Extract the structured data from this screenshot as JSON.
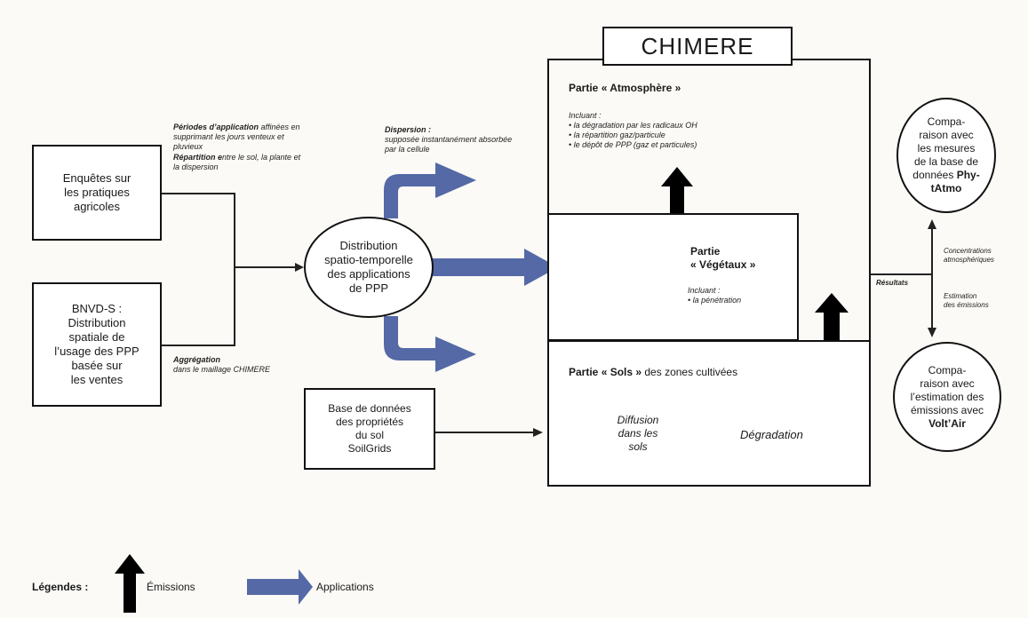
{
  "title": "CHIMERE",
  "inputs": {
    "enquetes": "Enquêtes sur\nles pratiques\nagricoles",
    "bnvd": "BNVD-S :\nDistribution\nspatiale de\nl’usage des PPP\nbasée sur\nles ventes",
    "soil_db": "Base de données\ndes propriétés\ndu sol\nSoilGrids"
  },
  "notes": {
    "periodes_bold": "Périodes d’application",
    "periodes_rest": " affinées en supprimant les jours venteux et pluvieux",
    "repartition_bold": "Répartition e",
    "repartition_rest": "ntre le sol, la plante et la dispersion",
    "aggregation_bold": "Aggrégation",
    "aggregation_rest": "dans le maillage CHIMERE",
    "dispersion_bold": "Dispersion :",
    "dispersion_rest": "supposée instantanément absorbée par la cellule"
  },
  "distribution": "Distribution\nspatio-temporelle\ndes applications\nde PPP",
  "atmosphere": {
    "title_prefix": "Partie ",
    "title_bold": "« Atmosphère »",
    "including": "Incluant :",
    "items": [
      "• la dégradation par les radicaux OH",
      "• la répartition gaz/particule",
      "• le dépôt de PPP (gaz et particules)"
    ]
  },
  "vegetaux": {
    "title_line1": "Partie",
    "title_line2": "« Végétaux »",
    "including": "Incluant :",
    "item": "• la pénétration"
  },
  "sols": {
    "title_prefix": "Partie ",
    "title_bold": "« Sols »",
    "title_suffix": " des zones cultivées",
    "diffusion": "Diffusion\ndans les\nsols",
    "degradation": "Dégradation"
  },
  "results": {
    "label": "Résultats",
    "concentrations": "Concentrations\natmosphériques",
    "estimation": "Estimation\ndes émissions"
  },
  "circle_top": {
    "text": "Compa-\nraison avec\nles mesures\nde la base de\ndonnées ",
    "bold1": "Phy-",
    "bold2": "tAtmo"
  },
  "circle_bottom": {
    "text": "Compa-\nraison avec\nl’estimation des\némissions avec\n",
    "bold": "Volt’Air"
  },
  "legend": {
    "title": "Légendes :",
    "emissions": "Émissions",
    "applications": "Applications"
  },
  "colors": {
    "blue_arrow": "#5469a6",
    "black_arrow": "#000000",
    "border": "#111111"
  }
}
